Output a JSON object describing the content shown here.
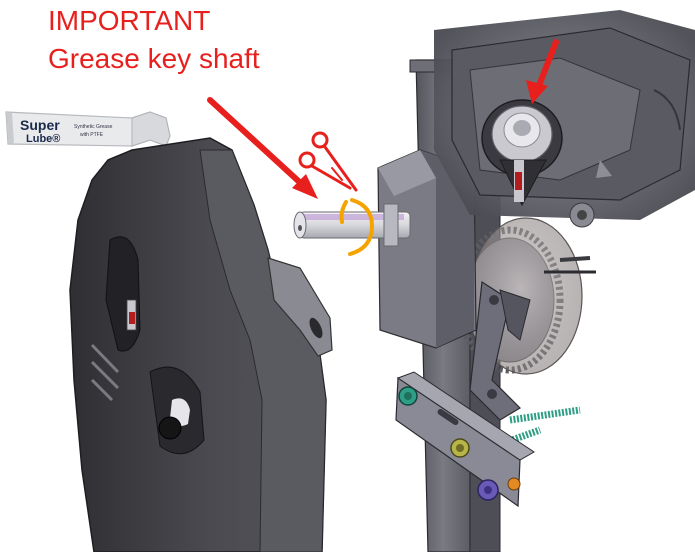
{
  "callout": {
    "line1": "IMPORTANT",
    "line2": "Grease key shaft"
  },
  "grease_tube": {
    "brand_line1": "Super",
    "brand_line2": "Lube®",
    "detail_line1": "Synthetic Grease",
    "detail_line2": "with PTFE"
  },
  "colors": {
    "callout_red": "#e8201d",
    "highlight_orange": "#f4a300",
    "housing_dark": "#3f3f44",
    "frame_gray": "#6c6c74",
    "teal_bolt": "#2e9e86",
    "purple_bolt": "#6a5ab8"
  },
  "icons": [
    "scissors-icon",
    "red-arrow",
    "grease-tube"
  ]
}
